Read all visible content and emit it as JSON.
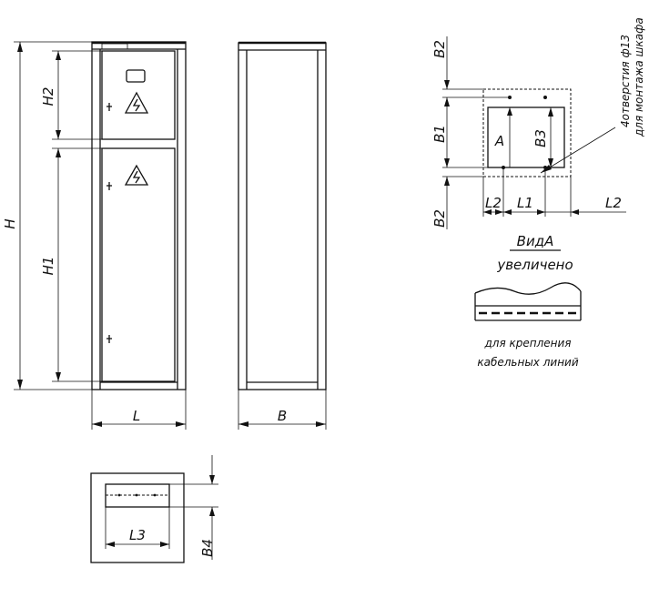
{
  "labels": {
    "H": "H",
    "H1": "H1",
    "H2": "H2",
    "L": "L",
    "B": "B",
    "B1": "B1",
    "B2": "B2",
    "B3": "B3",
    "B4": "B4",
    "L1": "L1",
    "L2": "L2",
    "L3": "L3",
    "A": "A"
  },
  "notes": {
    "holes_line1": "4отверстия ф13",
    "holes_line2": "для монтажа шкафа",
    "view_title": "ВидА",
    "view_subtitle": "увеличено",
    "cable_line1": "для крепления",
    "cable_line2": "кабельных линий"
  },
  "icons": [
    "lightning-warning-icon",
    "door-handle-icon",
    "label-plate-icon"
  ]
}
